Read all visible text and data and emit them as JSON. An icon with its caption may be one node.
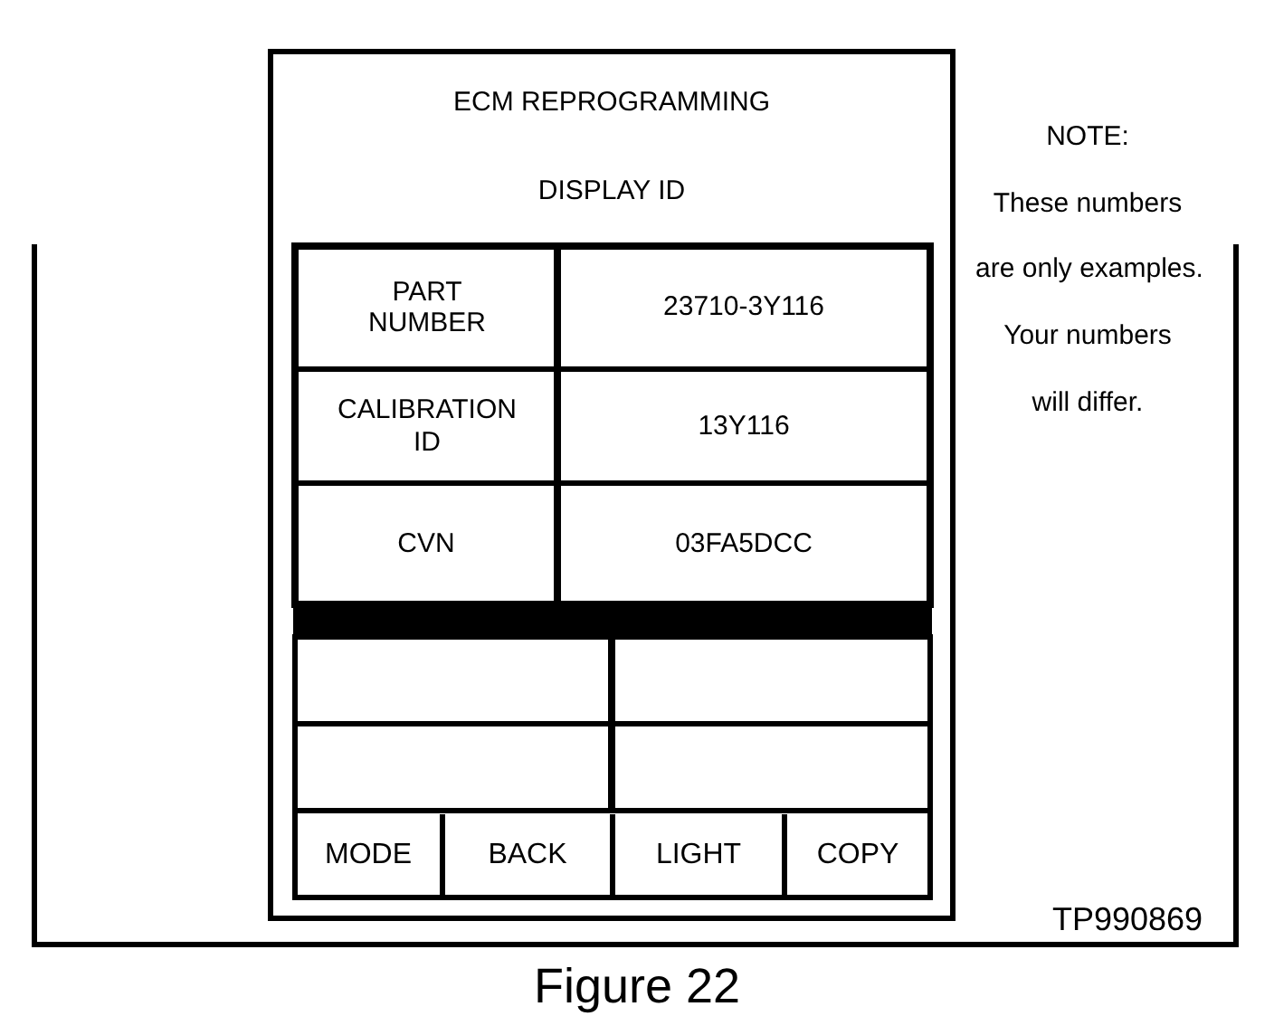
{
  "diagram": {
    "caption": "Figure 22",
    "nodes": [
      {
        "text": [
          "ECM REPROGRAMMING",
          "DISPLAY ID"
        ]
      },
      {
        "text": [
          "MODE"
        ],
        "in": 0
      },
      {
        "text": [
          "BACK"
        ],
        "in": 0
      },
      {
        "text": [
          "LIGHT"
        ],
        "in": 0
      },
      {
        "text": [
          "COPY"
        ],
        "in": 0
      }
    ],
    "edges": [],
    "labels": [
      "PART NUMBER",
      "23710-3Y116",
      "CALIBRATION ID",
      "13Y116",
      "CVN",
      "03FA5DCC",
      "NOTE:",
      "These numbers",
      "are only examples.",
      "Your numbers",
      "will differ.",
      "TP990869"
    ]
  }
}
